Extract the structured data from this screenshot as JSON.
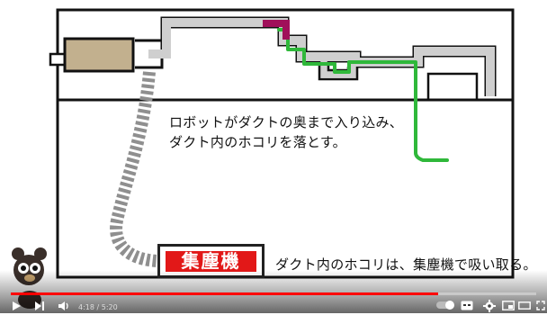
{
  "video": {
    "caption_line1": "ロボットがダクトの奥まで入り込み、",
    "caption_line2": "ダクト内のホコリを落とす。",
    "collector_label": "集塵機",
    "collector_caption": "ダクト内のホコリは、集塵機で吸い取る。"
  },
  "player": {
    "time": "4:18 / 5:20",
    "progress": 0.814,
    "progress_color": "#ff0000",
    "play_icon": "play-icon",
    "next_icon": "next-icon",
    "volume_icon": "volume-icon",
    "subtitles_icon": "subtitles-icon",
    "settings_icon": "gear-icon",
    "miniplayer_icon": "miniplayer-icon",
    "theater_icon": "theater-icon",
    "fullscreen_icon": "fullscreen-icon"
  },
  "colors": {
    "robot_path": "#2fb83a",
    "robot_head": "#a0105a",
    "collector_red": "#e21818",
    "duct_fill": "#cfcfcf"
  }
}
